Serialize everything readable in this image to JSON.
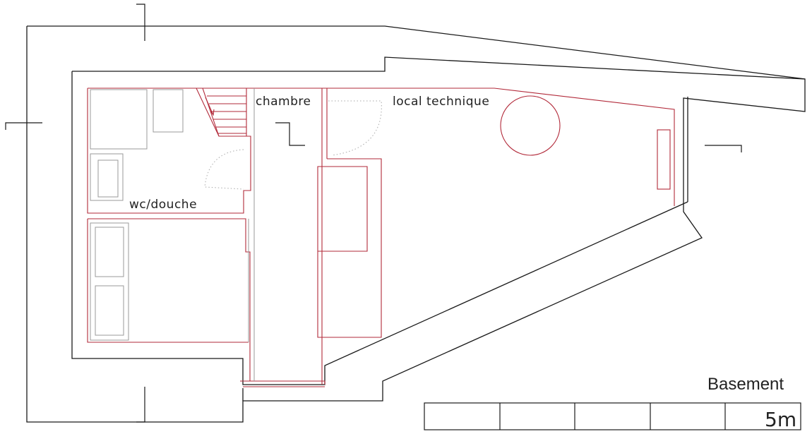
{
  "title": "Basement",
  "rooms": {
    "wc": "wc/douche",
    "chambre": "chambre",
    "technique": "local technique"
  },
  "scale_bar": {
    "label": "5m",
    "segments": 5
  },
  "colors": {
    "walls": "#1a1a1a",
    "interior": "#b22a3a",
    "furniture": "#9a9a9a"
  }
}
